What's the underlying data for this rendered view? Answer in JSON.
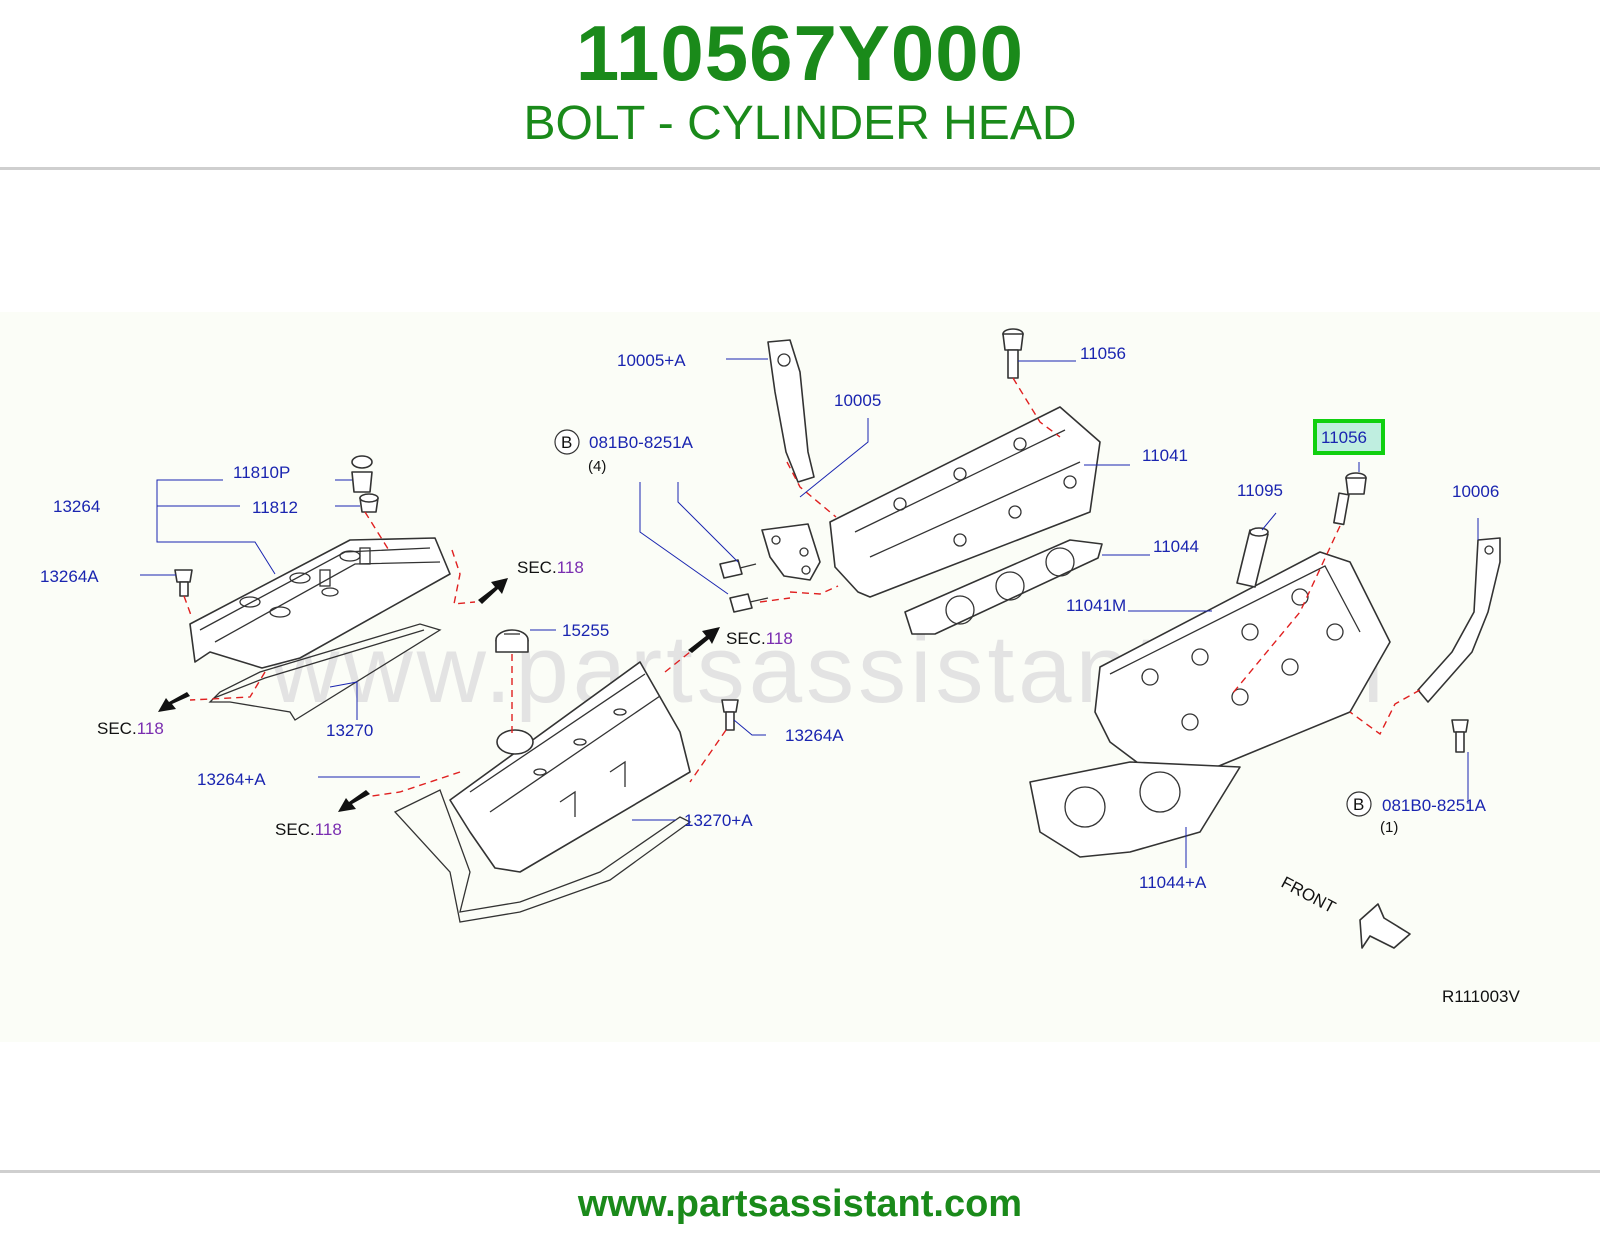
{
  "header": {
    "part_number": "110567Y000",
    "part_name": "BOLT - CYLINDER HEAD"
  },
  "watermark": "www.partsassistant.com",
  "footer": {
    "url": "www.partsassistant.com"
  },
  "diagram": {
    "reference": "R111003V",
    "front_label": "FRONT",
    "sec_prefix": "SEC.",
    "sec_number": "118",
    "bolt_marker": "B",
    "highlighted_part": "11056",
    "labels": {
      "l_10005A": "10005+A",
      "l_10005": "10005",
      "l_11056_top": "11056",
      "l_11056_hl": "11056",
      "l_081B0_left": "081B0-8251A",
      "l_qty4": "(4)",
      "l_11041": "11041",
      "l_11095": "11095",
      "l_10006": "10006",
      "l_11044": "11044",
      "l_11041M": "11041M",
      "l_11810P": "11810P",
      "l_13264": "13264",
      "l_11812": "11812",
      "l_13264A_left": "13264A",
      "l_15255": "15255",
      "l_13270": "13270",
      "l_13264A_mid": "13264A",
      "l_13264pA": "13264+A",
      "l_13270pA": "13270+A",
      "l_081B0_right": "081B0-8251A",
      "l_qty1": "(1)",
      "l_11044pA": "11044+A"
    }
  }
}
